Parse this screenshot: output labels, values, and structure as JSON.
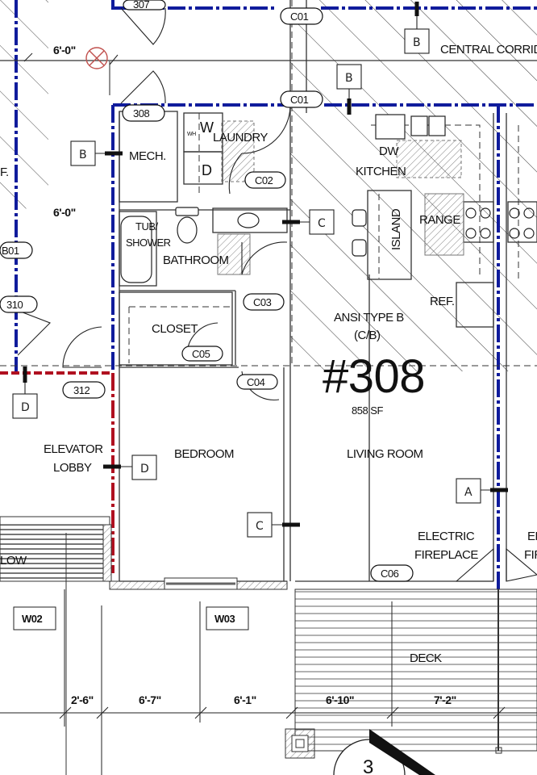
{
  "plan": {
    "unit_number": "#308",
    "unit_type_line1": "ANSI TYPE B",
    "unit_type_line2": "(C/B)",
    "unit_area": "858 SF",
    "colors": {
      "rated_wall_blue": "#101c9c",
      "rated_wall_red": "#b01020",
      "fire_alarm_symbol": "#c0504d",
      "line": "#111111"
    }
  },
  "rooms": {
    "central_corridor": "CENTRAL CORRID",
    "mech": "MECH.",
    "laundry": "LAUNDRY",
    "washer": "W",
    "dryer": "D",
    "wh": "WH",
    "kitchen": "KITCHEN",
    "dw": "DW",
    "island": "ISLAND",
    "range": "RANGE",
    "ref": "REF.",
    "tub_shower_1": "TUB/",
    "tub_shower_2": "SHOWER",
    "bathroom": "BATHROOM",
    "closet": "CLOSET",
    "bedroom": "BEDROOM",
    "living_room": "LIVING ROOM",
    "electric_fireplace_1": "ELECTRIC",
    "electric_fireplace_2": "FIREPLACE",
    "electric_fireplace_neighbor_1": "EL",
    "electric_fireplace_neighbor_2": "FIR",
    "elevator_lobby_1": "ELEVATOR",
    "elevator_lobby_2": "LOBBY",
    "deck": "DECK",
    "below_partial": "LOW",
    "left_partial": "F."
  },
  "door_tags": {
    "d307": "307",
    "d308": "308",
    "d310": "310",
    "d312": "312",
    "b01": "B01",
    "c01_top": "C01",
    "c01": "C01",
    "c02": "C02",
    "c03": "C03",
    "c04": "C04",
    "c05": "C05",
    "c06": "C06"
  },
  "window_tags": {
    "w02": "W02",
    "w03": "W03"
  },
  "wall_type_tags": {
    "b_corridor": "B",
    "b_unit": "B",
    "b_mech": "B",
    "c_bath": "C",
    "c_bed": "C",
    "d_lobby": "D",
    "d_bed": "D",
    "a_living": "A"
  },
  "dimensions": {
    "top_left": "6'-0\"",
    "mid_left": "6'-0\"",
    "bottom": [
      "2'-6\"",
      "6'-7\"",
      "6'-1\"",
      "6'-10\"",
      "7'-2\""
    ]
  },
  "section_marker": {
    "number": "3"
  }
}
